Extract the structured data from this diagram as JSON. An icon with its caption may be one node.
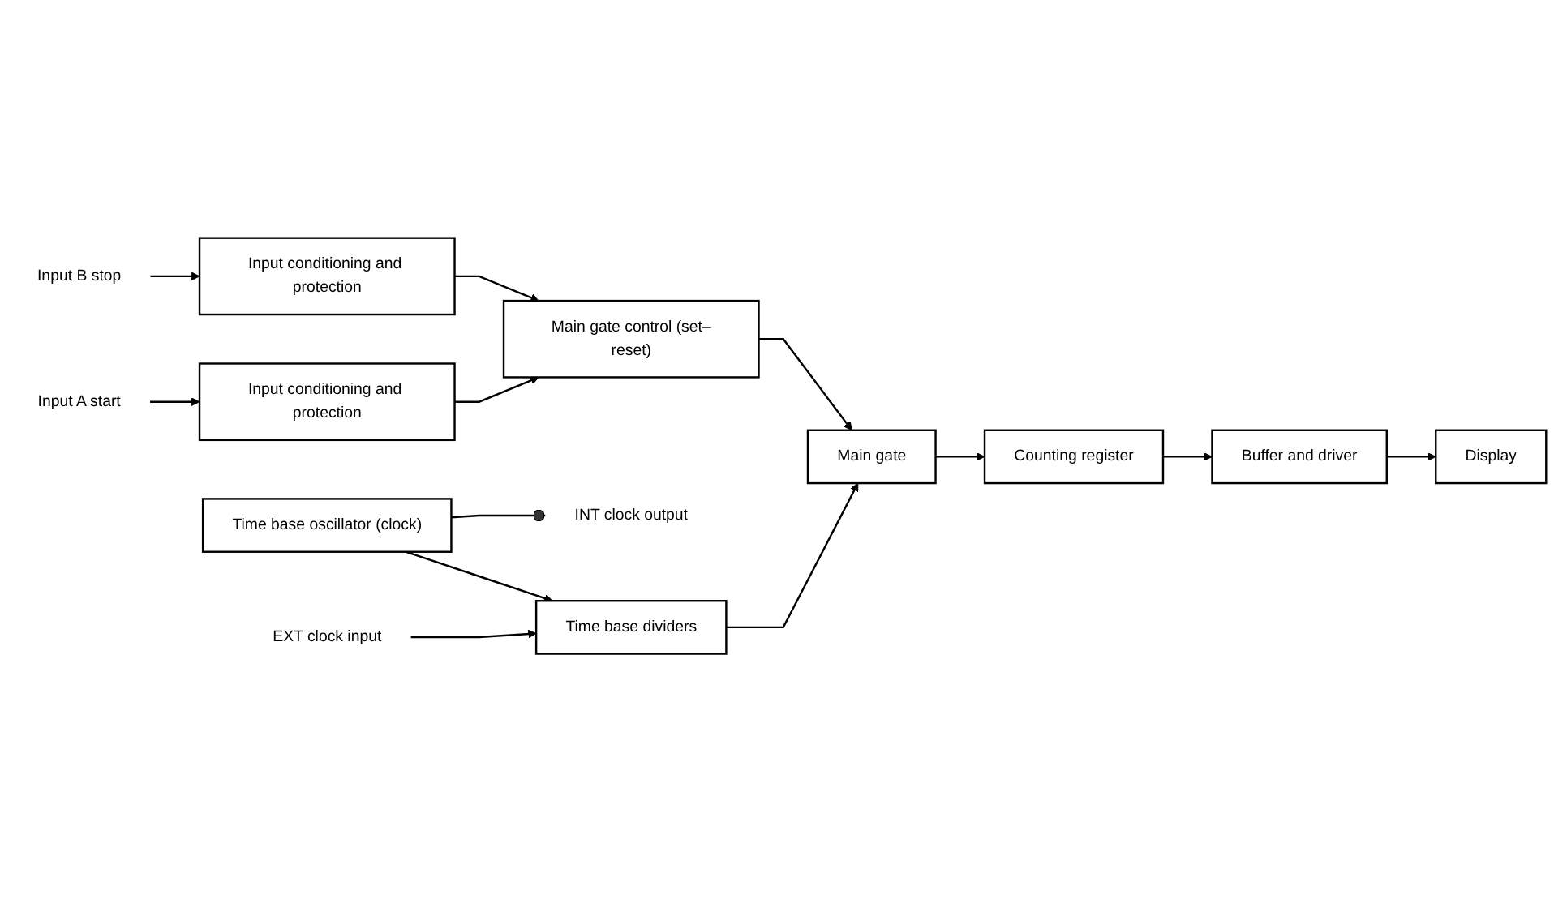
{
  "diagram": {
    "nodes": [
      {
        "text": [
          "Input A start"
        ]
      },
      {
        "text": [
          "Input conditioning and protection"
        ]
      },
      {
        "text": [
          "Input B stop"
        ]
      },
      {
        "text": [
          "Input conditioning and protection"
        ]
      },
      {
        "text": [
          "Main gate control (set–reset)"
        ]
      },
      {
        "text": [
          "Main gate"
        ]
      },
      {
        "text": [
          "Counting register"
        ]
      },
      {
        "text": [
          "Buffer and driver"
        ]
      },
      {
        "text": [
          "Display"
        ]
      },
      {
        "text": [
          "Time base oscillator (clock)"
        ]
      },
      {
        "text": [
          "Time base dividers"
        ]
      },
      {
        "text": [
          "INT clock output"
        ]
      },
      {
        "text": [
          "EXT clock input"
        ]
      }
    ],
    "edges": [
      {
        "from": 0,
        "to": 1,
        "arrow": "to"
      },
      {
        "from": 2,
        "to": 3,
        "arrow": "to"
      },
      {
        "from": 1,
        "to": 4,
        "arrow": "to"
      },
      {
        "from": 3,
        "to": 4,
        "arrow": "to"
      },
      {
        "from": 4,
        "to": 5,
        "arrow": "to"
      },
      {
        "from": 10,
        "to": 5,
        "arrow": "to"
      },
      {
        "from": 5,
        "to": 6,
        "arrow": "to"
      },
      {
        "from": 6,
        "to": 7,
        "arrow": "to"
      },
      {
        "from": 7,
        "to": 8,
        "arrow": "to"
      },
      {
        "from": 9,
        "to": 10,
        "arrow": "to"
      },
      {
        "from": 9,
        "to": 11,
        "arrow": "other"
      },
      {
        "from": 12,
        "to": 10,
        "arrow": "to"
      }
    ]
  }
}
